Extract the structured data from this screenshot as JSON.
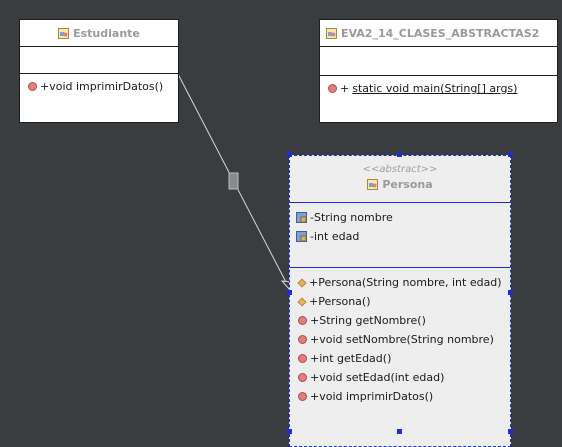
{
  "classes": {
    "estudiante": {
      "name": "Estudiante",
      "methods": [
        {
          "vis": "+",
          "text": "void imprimirDatos()"
        }
      ]
    },
    "main": {
      "name": "EVA2_14_CLASES_ABSTRACTAS2",
      "methods": [
        {
          "vis": "+",
          "text": "static void main(String[] args)"
        }
      ]
    },
    "persona": {
      "stereotype": "<<abstract>>",
      "name": "Persona",
      "attributes": [
        {
          "vis": "-",
          "text": "String nombre"
        },
        {
          "vis": "-",
          "text": "int edad"
        }
      ],
      "constructors": [
        {
          "vis": "+",
          "text": "Persona(String nombre, int edad)"
        },
        {
          "vis": "+",
          "text": "Persona()"
        }
      ],
      "methods": [
        {
          "vis": "+",
          "text": "String getNombre()"
        },
        {
          "vis": "+",
          "text": "void setNombre(String nombre)"
        },
        {
          "vis": "+",
          "text": "int getEdad()"
        },
        {
          "vis": "+",
          "text": "void setEdad(int edad)"
        },
        {
          "vis": "+",
          "text": "void imprimirDatos()"
        }
      ]
    }
  },
  "colors": {
    "canvas": "#3a3d40",
    "selection": "#1a2fd8",
    "header_text": "#9a9a9a",
    "method_icon": "#e07f7f",
    "constructor_icon": "#e8b160"
  }
}
